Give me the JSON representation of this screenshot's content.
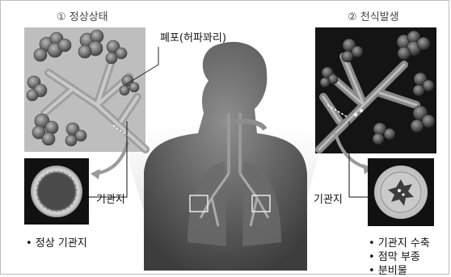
{
  "left": {
    "title": "① 정상상태",
    "alveoli_label": "폐포(허파꽈리)",
    "bronchus_label": "기관지",
    "bullets": [
      "• 정상 기관지"
    ]
  },
  "right": {
    "title": "② 천식발생",
    "bronchus_label": "기관지",
    "bullets": [
      "• 기관지 수축",
      "• 점막 부종",
      "• 분비물"
    ]
  }
}
